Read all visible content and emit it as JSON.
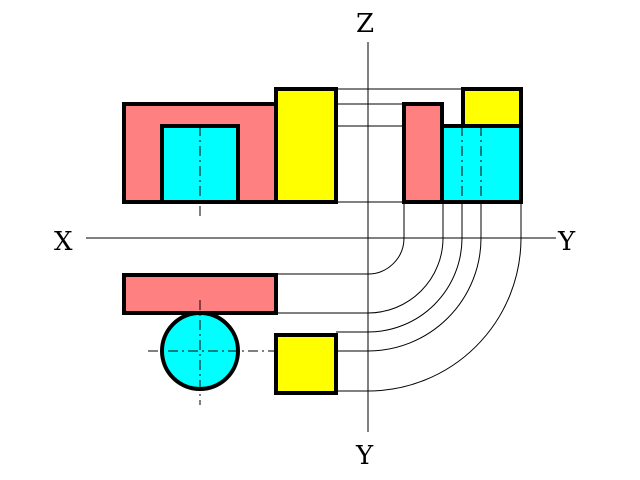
{
  "axes": {
    "z_label": "Z",
    "x_label": "X",
    "y_right_label": "Y",
    "y_bottom_label": "Y"
  },
  "colors": {
    "salmon": "#FF8080",
    "cyan": "#00FFFF",
    "yellow": "#FFFF00",
    "outline": "#000000",
    "background": "#FFFFFF"
  }
}
